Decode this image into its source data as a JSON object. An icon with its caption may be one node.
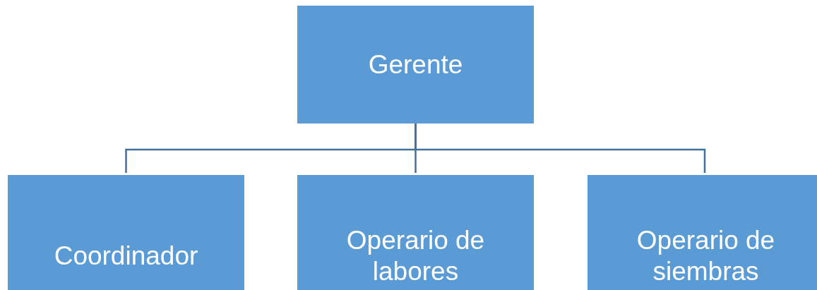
{
  "diagram": {
    "nodes": [
      {
        "text": [
          "Gerente"
        ]
      },
      {
        "text": [
          "Coordinador"
        ]
      },
      {
        "text": [
          "Operario de labores"
        ]
      },
      {
        "text": [
          "Operario de siembras"
        ]
      }
    ],
    "edges": [
      {
        "from": 0,
        "to": 1,
        "arrow": "none"
      },
      {
        "from": 0,
        "to": 2,
        "arrow": "none"
      },
      {
        "from": 0,
        "to": 3,
        "arrow": "none"
      }
    ]
  }
}
